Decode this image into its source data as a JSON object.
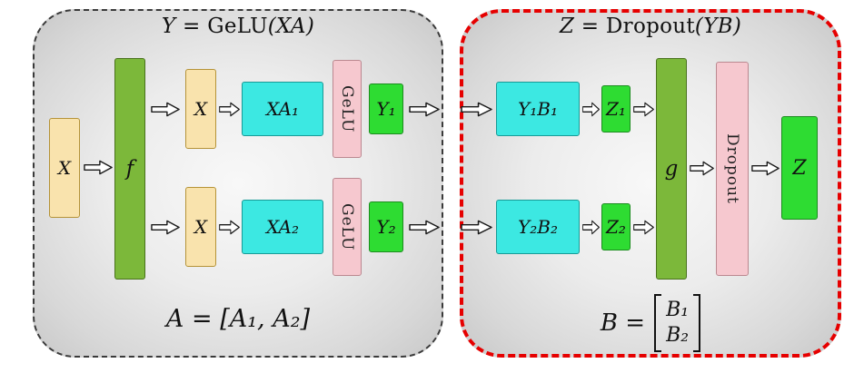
{
  "left_panel": {
    "title": {
      "var": "Y",
      "eq": " = ",
      "fn": "GeLU",
      "args": "(XA)"
    },
    "formula": "A = [A₁, A₂]",
    "boxes": {
      "x_input": "X",
      "f": "f",
      "x_top": "X",
      "x_bottom": "X",
      "xa1": "XA₁",
      "xa2": "XA₂",
      "gelu_top": "GeLU",
      "gelu_bottom": "GeLU",
      "y1": "Y₁",
      "y2": "Y₂"
    }
  },
  "right_panel": {
    "title": {
      "var": "Z",
      "eq": " = ",
      "fn": "Dropout",
      "args": "(YB)"
    },
    "formula": {
      "lhs": "B =",
      "entries": [
        "B₁",
        "B₂"
      ]
    },
    "boxes": {
      "y1b1": "Y₁B₁",
      "y2b2": "Y₂B₂",
      "z1": "Z₁",
      "z2": "Z₂",
      "g": "g",
      "dropout": "Dropout",
      "z_output": "Z"
    }
  },
  "colors": {
    "wheat": "#f9e3ad",
    "wheat_border": "#b59338",
    "olive": "#7cb83a",
    "olive_border": "#49721c",
    "cyan": "#3ce8e2",
    "cyan_border": "#189a96",
    "pink": "#f6c8cf",
    "pink_border": "#bb8890",
    "green": "#2edc32",
    "green_border": "#1b8c1e",
    "panel_border_left": "#3a3a3a",
    "panel_border_right": "#e60000"
  }
}
